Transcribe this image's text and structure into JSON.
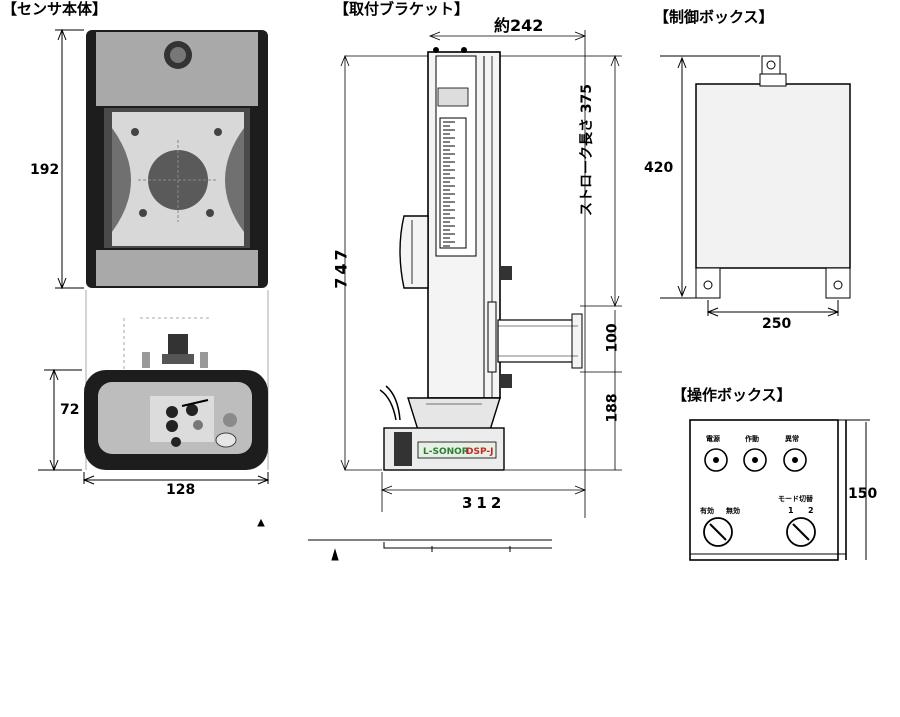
{
  "sections": {
    "sensor_body": "【センサ本体】",
    "bracket": "【取付ブラケット】",
    "control_box": "【制御ボックス】",
    "operation_box": "【操作ボックス】"
  },
  "dimensions": {
    "sensor_height": "192",
    "sensor_base_height": "72",
    "sensor_width": "128",
    "bracket_approx_width": "約242",
    "stroke_length": "ストローク長さ 375",
    "bracket_height": "747",
    "clamp_height": "100",
    "base_offset": "188",
    "bracket_base_width": "312",
    "control_height": "420",
    "control_width": "250",
    "operation_height": "150"
  },
  "device_labels": {
    "base_brand": "L-SONOR",
    "base_model": "DSP-J"
  },
  "operation_panel": {
    "lamp_power": "電源",
    "lamp_run": "作動",
    "lamp_error": "異常",
    "switch_on": "有効",
    "switch_off": "無効",
    "mode_label": "モード切替",
    "mode_pos_1": "1",
    "mode_pos_2": "2"
  }
}
